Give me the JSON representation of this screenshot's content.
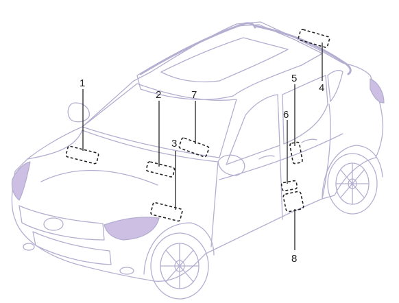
{
  "diagram": {
    "colors": {
      "outline": "#b4aed0",
      "accent_fill": "#cdbfe3",
      "callout": "#222222"
    },
    "callouts": [
      {
        "id": "1",
        "label": "1"
      },
      {
        "id": "2",
        "label": "2"
      },
      {
        "id": "3",
        "label": "3"
      },
      {
        "id": "4",
        "label": "4"
      },
      {
        "id": "5",
        "label": "5"
      },
      {
        "id": "6",
        "label": "6"
      },
      {
        "id": "7",
        "label": "7"
      },
      {
        "id": "8",
        "label": "8"
      }
    ]
  }
}
